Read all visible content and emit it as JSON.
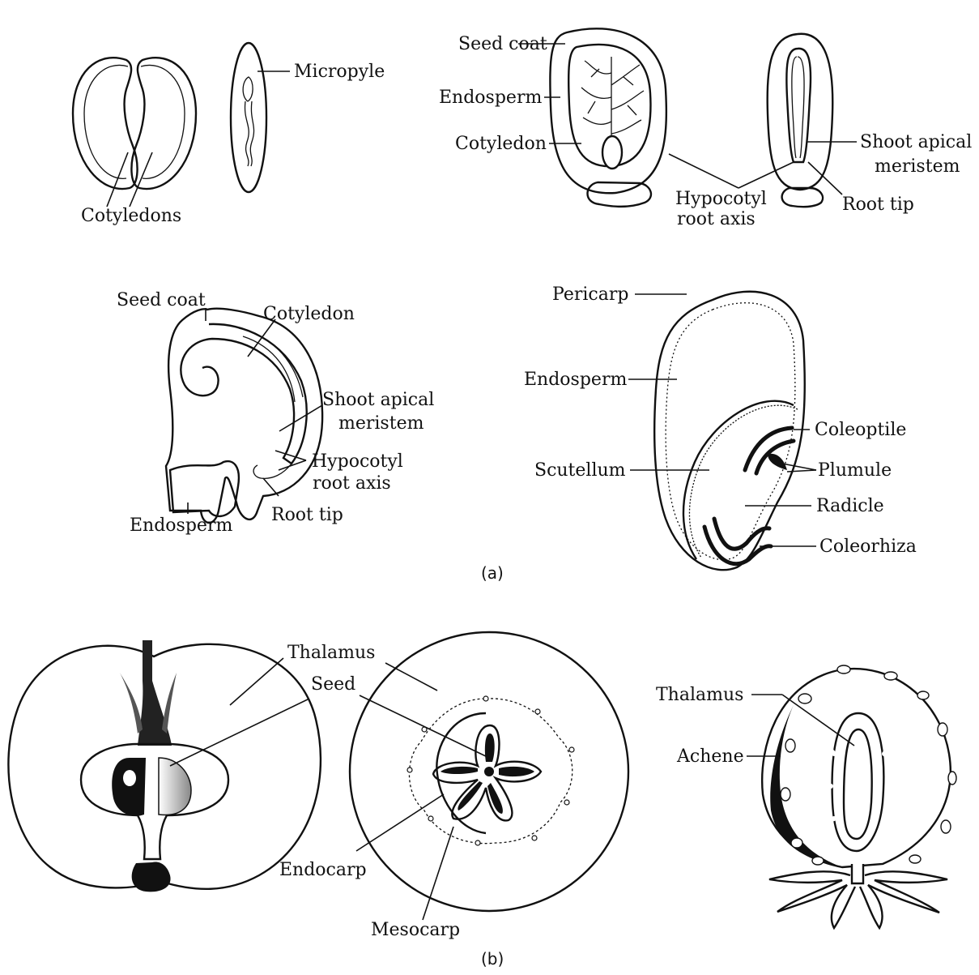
{
  "labels": {
    "cotyledons": "Cotyledons",
    "micropyle": "Micropyle",
    "seed_coat_1": "Seed coat",
    "endosperm_1": "Endosperm",
    "cotyledon_1": "Cotyledon",
    "hypocotyl_1a": "Hypocotyl",
    "hypocotyl_1b": "root axis",
    "shoot_apical_1a": "Shoot apical",
    "shoot_apical_1b": "meristem",
    "root_tip_1": "Root tip",
    "seed_coat_2": "Seed coat",
    "cotyledon_2": "Cotyledon",
    "shoot_apical_2a": "Shoot apical",
    "shoot_apical_2b": "meristem",
    "hypocotyl_2a": "Hypocotyl",
    "hypocotyl_2b": "root axis",
    "endosperm_2": "Endosperm",
    "root_tip_2": "Root tip",
    "pericarp": "Pericarp",
    "endosperm_3": "Endosperm",
    "scutellum": "Scutellum",
    "coleoptile": "Coleoptile",
    "plumule": "Plumule",
    "radicle": "Radicle",
    "coleorhiza": "Coleorhiza",
    "thalamus_1": "Thalamus",
    "seed": "Seed",
    "endocarp": "Endocarp",
    "mesocarp": "Mesocarp",
    "thalamus_2": "Thalamus",
    "achene": "Achene"
  },
  "captions": {
    "a": "(a)",
    "b": "(b)"
  },
  "colors": {
    "ink": "#111111",
    "stipple": "#cfcfcf",
    "background": "#ffffff"
  }
}
